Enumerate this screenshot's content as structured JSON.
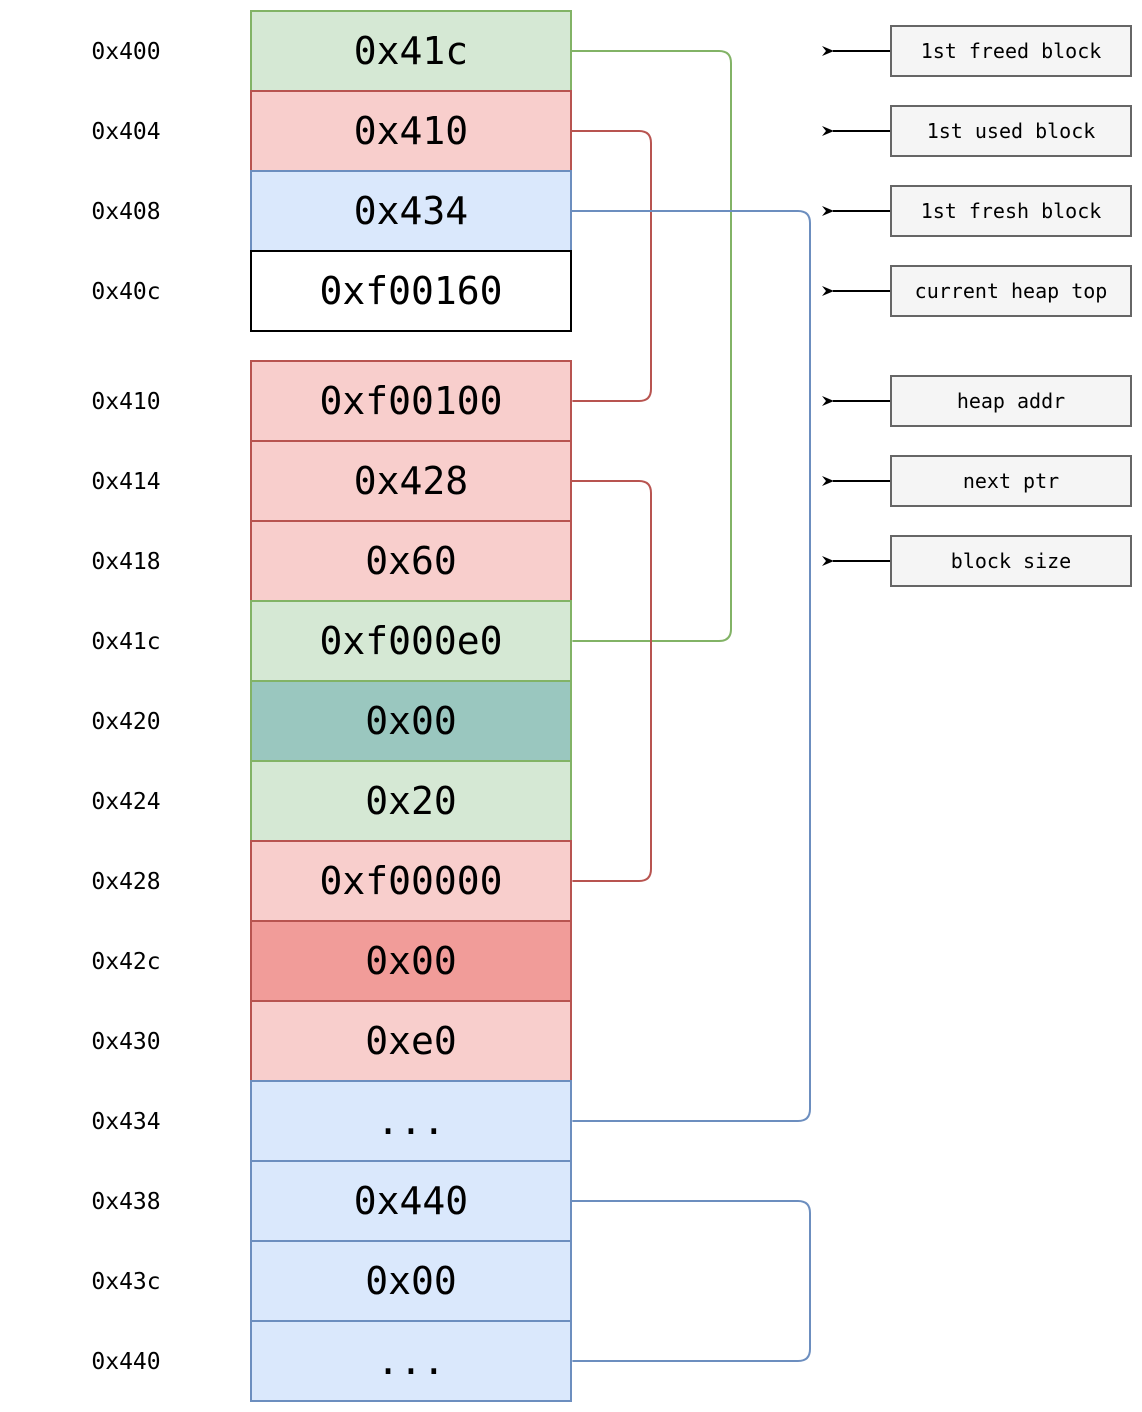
{
  "memory": [
    {
      "address": "0x400",
      "value": "0x41c",
      "fill": "#d5e8d4",
      "stroke": "#82b366"
    },
    {
      "address": "0x404",
      "value": "0x410",
      "fill": "#f8cecc",
      "stroke": "#b85450"
    },
    {
      "address": "0x408",
      "value": "0x434",
      "fill": "#dae8fc",
      "stroke": "#6c8ebf"
    },
    {
      "address": "0x40c",
      "value": "0xf00160",
      "fill": "#ffffff",
      "stroke": "#000000"
    },
    {
      "address": "0x410",
      "value": "0xf00100",
      "fill": "#f8cecc",
      "stroke": "#b85450"
    },
    {
      "address": "0x414",
      "value": "0x428",
      "fill": "#f8cecc",
      "stroke": "#b85450"
    },
    {
      "address": "0x418",
      "value": "0x60",
      "fill": "#f8cecc",
      "stroke": "#b85450"
    },
    {
      "address": "0x41c",
      "value": "0xf000e0",
      "fill": "#d5e8d4",
      "stroke": "#82b366"
    },
    {
      "address": "0x420",
      "value": "0x00",
      "fill": "#9ac7bf",
      "stroke": "#82b366"
    },
    {
      "address": "0x424",
      "value": "0x20",
      "fill": "#d5e8d4",
      "stroke": "#82b366"
    },
    {
      "address": "0x428",
      "value": "0xf00000",
      "fill": "#f8cecc",
      "stroke": "#b85450"
    },
    {
      "address": "0x42c",
      "value": "0x00",
      "fill": "#f19c99",
      "stroke": "#b85450"
    },
    {
      "address": "0x430",
      "value": "0xe0",
      "fill": "#f8cecc",
      "stroke": "#b85450"
    },
    {
      "address": "0x434",
      "value": "...",
      "fill": "#dae8fc",
      "stroke": "#6c8ebf"
    },
    {
      "address": "0x438",
      "value": "0x440",
      "fill": "#dae8fc",
      "stroke": "#6c8ebf"
    },
    {
      "address": "0x43c",
      "value": "0x00",
      "fill": "#dae8fc",
      "stroke": "#6c8ebf"
    },
    {
      "address": "0x440",
      "value": "...",
      "fill": "#dae8fc",
      "stroke": "#6c8ebf"
    }
  ],
  "legend": [
    {
      "label": "1st freed block",
      "target": "0x400"
    },
    {
      "label": "1st used block",
      "target": "0x404"
    },
    {
      "label": "1st fresh block",
      "target": "0x408"
    },
    {
      "label": "current heap top",
      "target": "0x40c"
    },
    {
      "label": "heap addr",
      "target": "0x410"
    },
    {
      "label": "next ptr",
      "target": "0x414"
    },
    {
      "label": "block size",
      "target": "0x418"
    }
  ],
  "pointers": [
    {
      "from": "0x400",
      "to": "0x41c",
      "color": "#82b366"
    },
    {
      "from": "0x404",
      "to": "0x410",
      "color": "#b85450"
    },
    {
      "from": "0x414",
      "to": "0x428",
      "color": "#b85450"
    },
    {
      "from": "0x408",
      "to": "0x434",
      "color": "#6c8ebf"
    },
    {
      "from": "0x438",
      "to": "0x440",
      "color": "#6c8ebf"
    }
  ],
  "colors": {
    "freed": "#d5e8d4",
    "used": "#f8cecc",
    "fresh": "#dae8fc",
    "legend_box": "#f5f5f5",
    "legend_border": "#666666"
  }
}
